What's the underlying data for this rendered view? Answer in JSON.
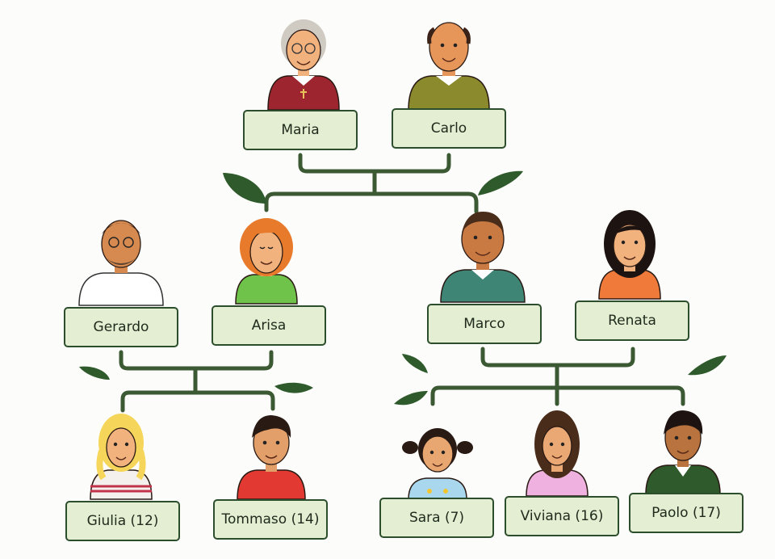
{
  "colors": {
    "branch": "#3b5a33",
    "leaf": "#2f5a2c",
    "box_fill": "#e3eed2",
    "box_border": "#2d4e2c"
  },
  "people": {
    "maria": {
      "label": "Maria",
      "icon": "grandmother-portrait"
    },
    "carlo": {
      "label": "Carlo",
      "icon": "grandfather-portrait"
    },
    "gerardo": {
      "label": "Gerardo",
      "icon": "man-with-glasses-portrait"
    },
    "arisa": {
      "label": "Arisa",
      "icon": "woman-red-hair-portrait"
    },
    "marco": {
      "label": "Marco",
      "icon": "man-portrait"
    },
    "renata": {
      "label": "Renata",
      "icon": "woman-dark-hair-portrait"
    },
    "giulia": {
      "label": "Giulia (12)",
      "icon": "blonde-girl-portrait"
    },
    "tommaso": {
      "label": "Tommaso (14)",
      "icon": "boy-red-shirt-portrait"
    },
    "sara": {
      "label": "Sara (7)",
      "icon": "small-girl-pigtails-portrait"
    },
    "viviana": {
      "label": "Viviana (16)",
      "icon": "girl-pink-top-portrait"
    },
    "paolo": {
      "label": "Paolo (17)",
      "icon": "teen-boy-green-jacket-portrait"
    }
  }
}
